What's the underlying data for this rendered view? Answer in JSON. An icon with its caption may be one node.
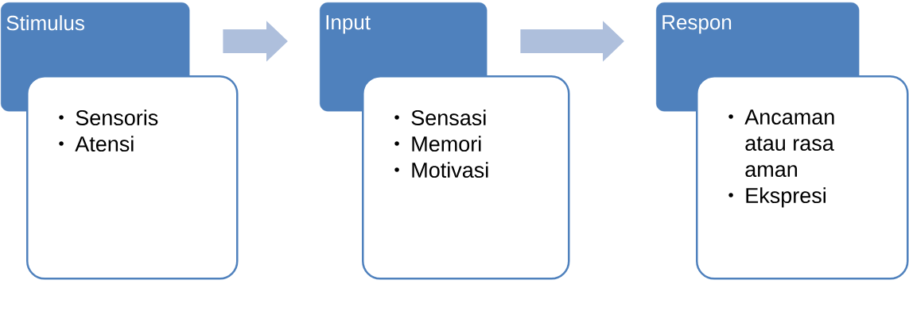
{
  "diagram": {
    "nodes": [
      {
        "text": [
          "Stimulus"
        ]
      },
      {
        "text": [
          "Sensoris",
          "Atensi"
        ]
      },
      {
        "text": [
          "Input"
        ]
      },
      {
        "text": [
          "Sensasi",
          "Memori",
          "Motivasi"
        ]
      },
      {
        "text": [
          "Respon"
        ]
      },
      {
        "text": [
          "Ancaman atau rasa aman",
          "Ekspresi"
        ]
      }
    ],
    "edges": [
      {
        "from": 0,
        "to": 2,
        "arrow": "to"
      },
      {
        "from": 2,
        "to": 4,
        "arrow": "to"
      }
    ]
  }
}
